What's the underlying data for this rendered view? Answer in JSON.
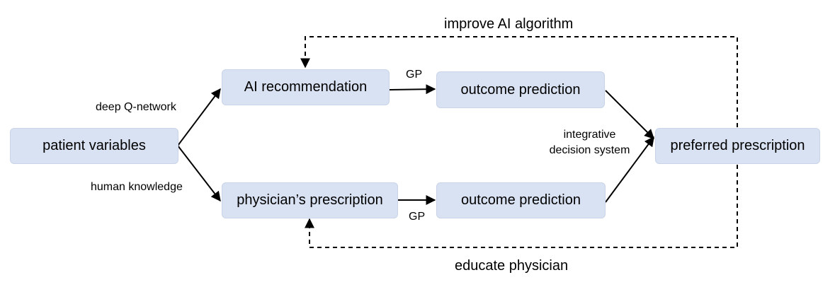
{
  "colors": {
    "box_fill": "#d9e2f3",
    "box_border": "#c9d4e8",
    "line": "#000000"
  },
  "nodes": {
    "patient_variables": "patient variables",
    "ai_recommendation": "AI recommendation",
    "physician_prescription": "physician’s prescription",
    "outcome_prediction_top": "outcome prediction",
    "outcome_prediction_bottom": "outcome prediction",
    "preferred_prescription": "preferred prescription"
  },
  "edge_labels": {
    "deep_q_network": "deep Q-network",
    "human_knowledge": "human knowledge",
    "gp_top": "GP",
    "gp_bottom": "GP",
    "integrative_line1": "integrative",
    "integrative_line2": "decision system",
    "improve_ai": "improve AI algorithm",
    "educate_physician": "educate physician"
  }
}
